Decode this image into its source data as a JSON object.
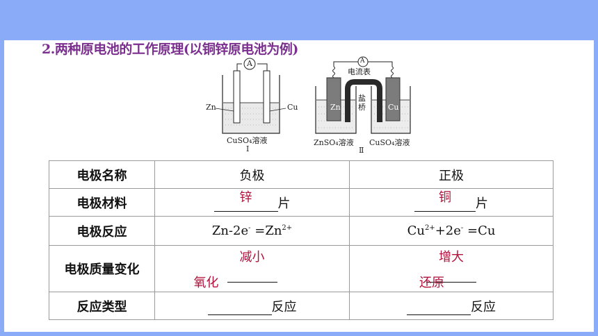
{
  "heading": "2.两种原电池的工作原理(以铜锌原电池为例)",
  "figure1": {
    "meter": "A",
    "zn": "Zn",
    "cu": "Cu",
    "solution": "CuSO₄溶液",
    "numeral": "Ⅰ"
  },
  "figure2": {
    "meter_label": "电流表",
    "meter": "A",
    "bridge_label": "盐桥",
    "zn": "Zn",
    "cu": "Cu",
    "solution_left": "ZnSO₄溶液",
    "solution_right": "CuSO₄溶液",
    "numeral": "Ⅱ"
  },
  "table": {
    "rows": [
      {
        "header": "电极名称",
        "neg": "负极",
        "pos": "正极"
      },
      {
        "header": "电极材料",
        "neg_answer": "锌",
        "neg_suffix": "片",
        "pos_answer": "铜",
        "pos_suffix": "片"
      },
      {
        "header": "电极反应",
        "neg": "Zn-2e",
        "neg_mid": " =Zn",
        "neg_sup1": "-",
        "neg_sup2": "2+",
        "pos": "Cu",
        "pos_sup1": "2+",
        "pos_mid": "+2e",
        "pos_sup2": "-",
        "pos_tail": " =Cu"
      },
      {
        "header": "电极质量变化",
        "neg_answer": "减小",
        "pos_answer": "增大"
      },
      {
        "header": "反应类型",
        "neg_answer": "氧化",
        "neg_suffix": "反应",
        "pos_answer": "还原",
        "pos_suffix": "反应"
      }
    ]
  },
  "colors": {
    "frame": "#8aabf8",
    "heading": "#7b2f8f",
    "answer": "#b0123b"
  }
}
